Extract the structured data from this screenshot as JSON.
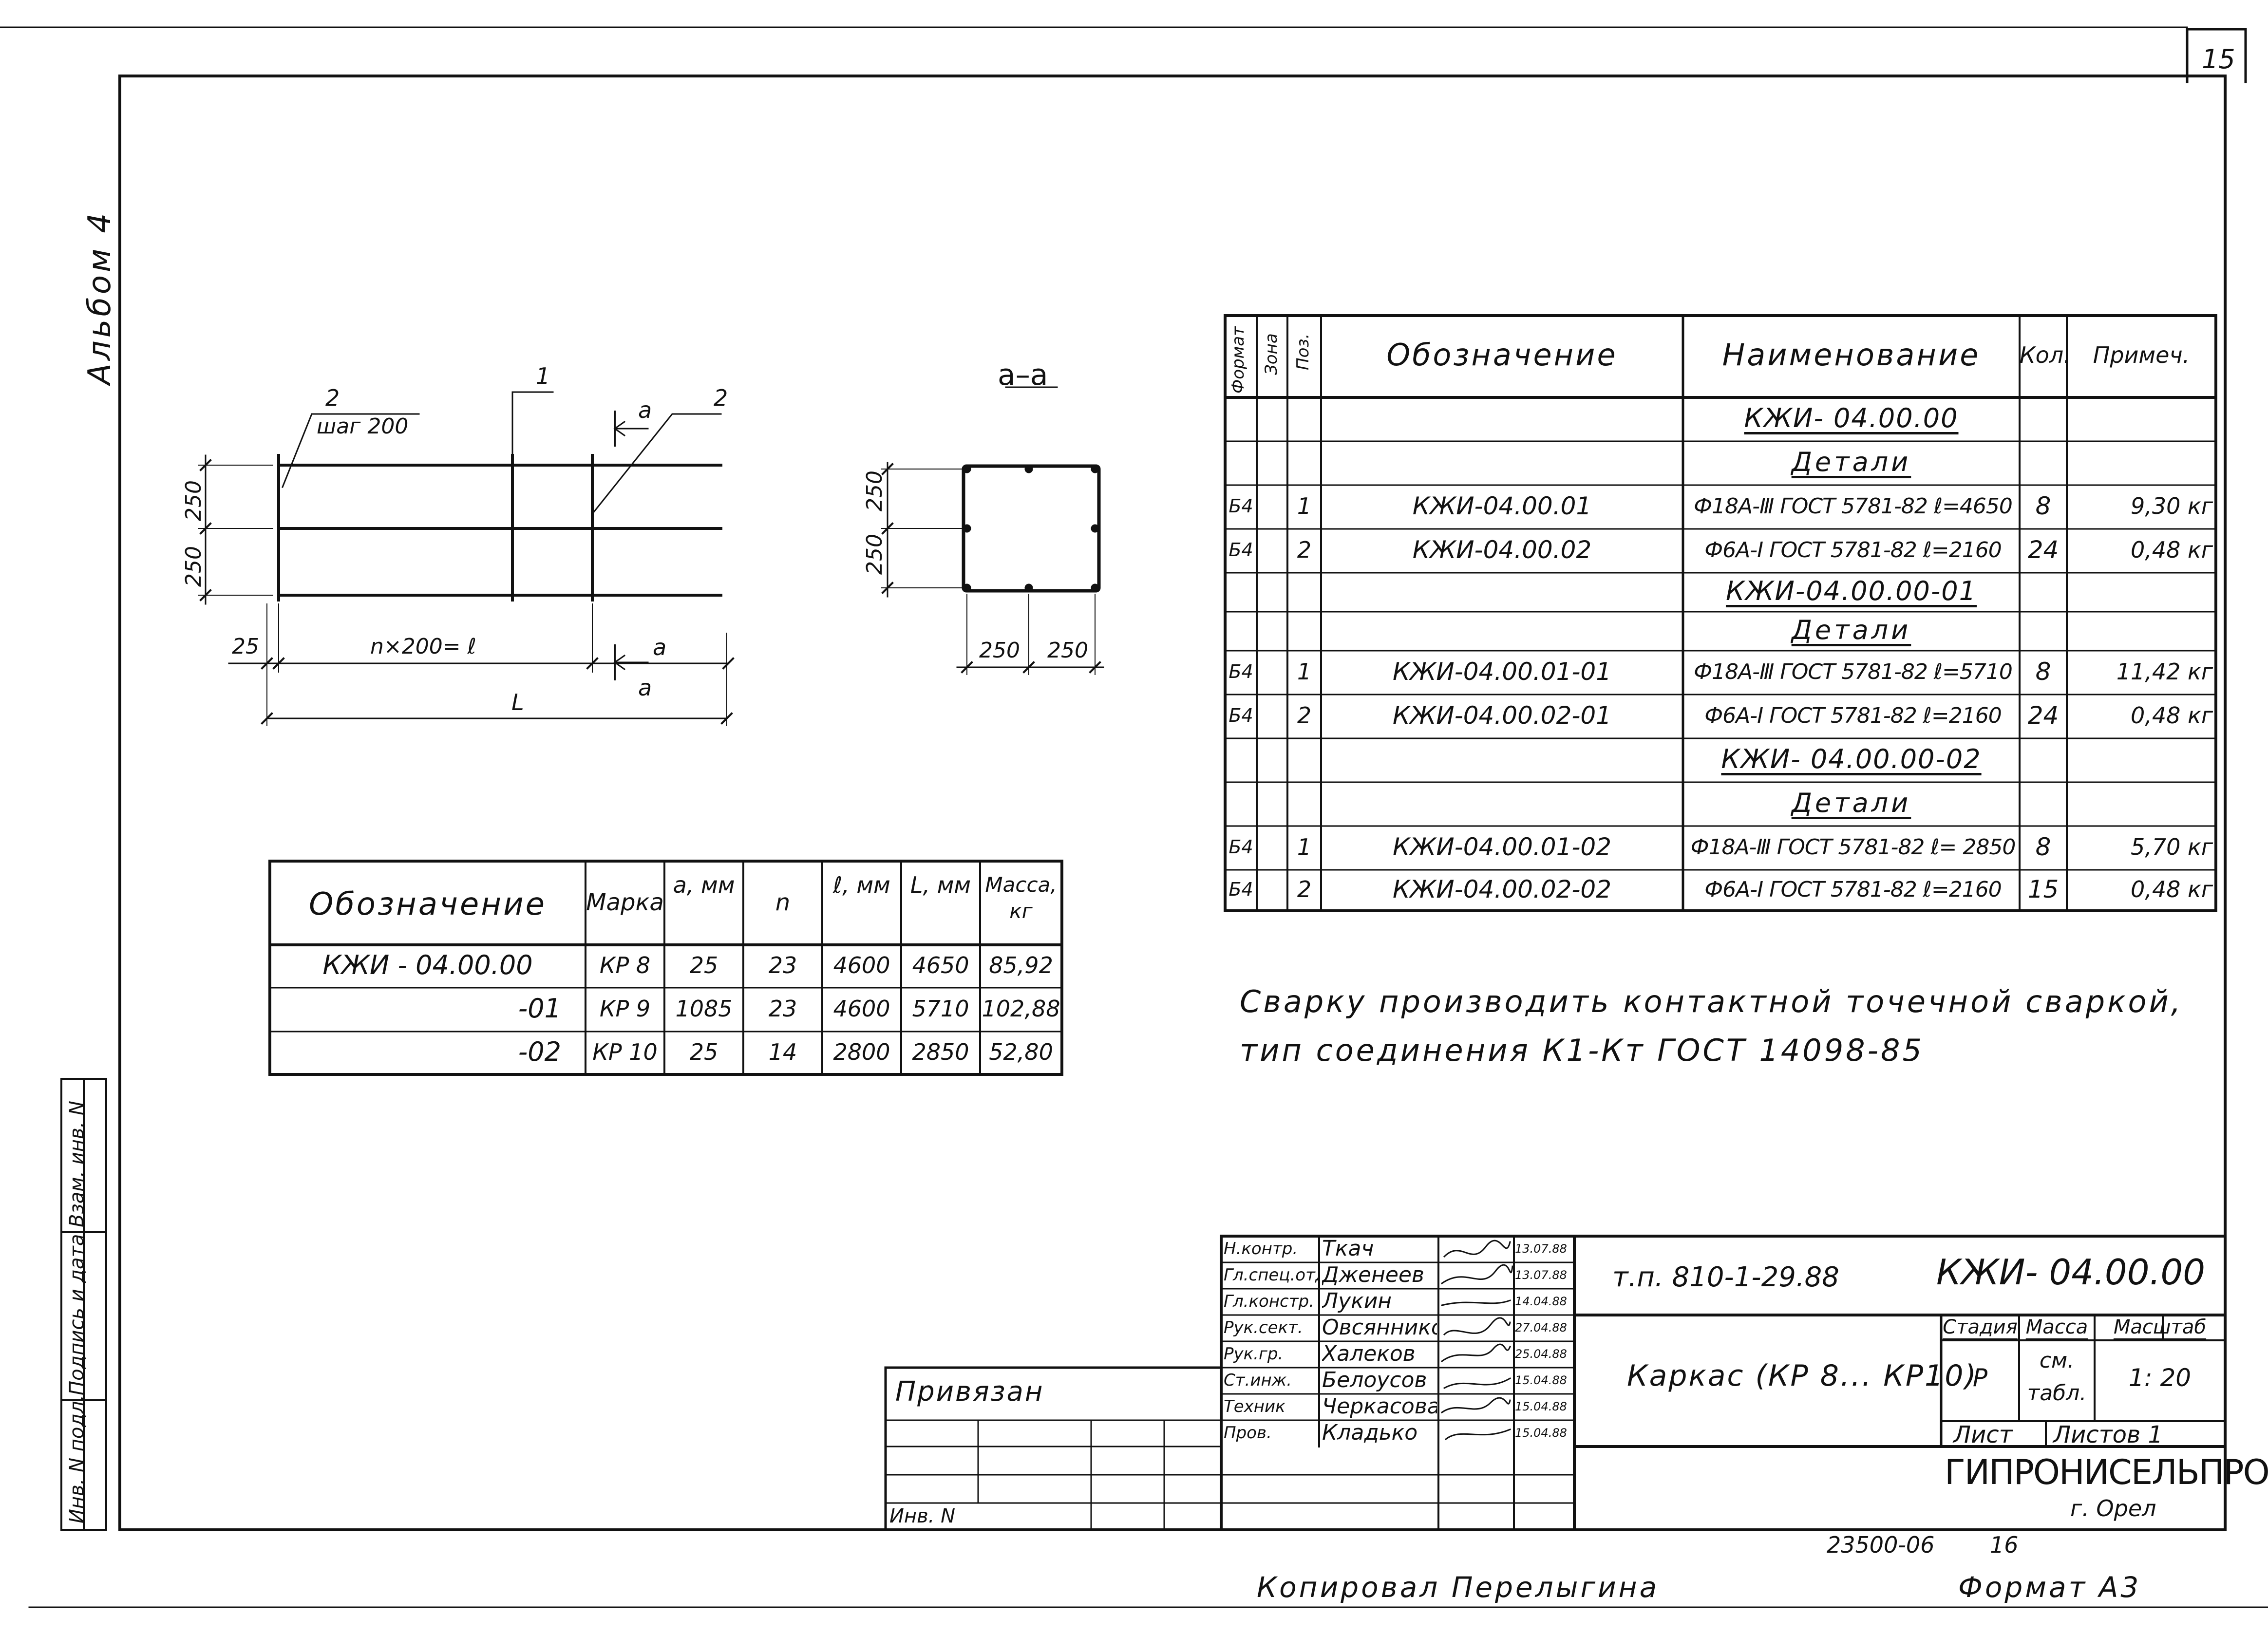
{
  "sheet": {
    "number": "15",
    "album": "Альбом 4",
    "copied_by": "Копировал Перелыгина",
    "format": "Формат А3",
    "archive_no": "23500-06",
    "archive_sheet": "16"
  },
  "side_stamp": {
    "inv_podl": "Инв. N подл.",
    "podpis_data": "Подпись и дата",
    "vzam_inv": "Взам. инв. N"
  },
  "plan": {
    "callout_2a": "2",
    "step": "шаг 200",
    "callout_1": "1",
    "callout_2b": "2",
    "sec_a_top": "а",
    "sec_a_bot_1": "а",
    "sec_a_bot_2": "а",
    "dim_250_top": "250",
    "dim_250_bot": "250",
    "dim_25": "25",
    "dim_nl": "n×200= ℓ",
    "dim_L": "L"
  },
  "section": {
    "title": "а–а",
    "dim_v1": "250",
    "dim_v2": "250",
    "dim_h1": "250",
    "dim_h2": "250"
  },
  "spec_table": {
    "headers": [
      "Формат",
      "Зона",
      "Поз.",
      "Обозначение",
      "Наименование",
      "Кол.",
      "Примеч."
    ],
    "rows": [
      {
        "kind": "title",
        "text": "КЖИ- 04.00.00"
      },
      {
        "kind": "title",
        "text": "Детали"
      },
      {
        "kind": "item",
        "format": "Б4",
        "pos": "1",
        "code": "КЖИ-04.00.01",
        "name": "Ф18А-Ⅲ ГОСТ 5781-82 ℓ=4650",
        "qty": "8",
        "note": "9,30 кг"
      },
      {
        "kind": "item",
        "format": "Б4",
        "pos": "2",
        "code": "КЖИ-04.00.02",
        "name": "Ф6А-I ГОСТ 5781-82 ℓ=2160",
        "qty": "24",
        "note": "0,48 кг"
      },
      {
        "kind": "title",
        "text": "КЖИ-04.00.00-01"
      },
      {
        "kind": "title",
        "text": "Детали"
      },
      {
        "kind": "item",
        "format": "Б4",
        "pos": "1",
        "code": "КЖИ-04.00.01-01",
        "name": "Ф18А-Ⅲ ГОСТ 5781-82 ℓ=5710",
        "qty": "8",
        "note": "11,42 кг"
      },
      {
        "kind": "item",
        "format": "Б4",
        "pos": "2",
        "code": "КЖИ-04.00.02-01",
        "name": "Ф6А-I ГОСТ 5781-82 ℓ=2160",
        "qty": "24",
        "note": "0,48 кг"
      },
      {
        "kind": "title",
        "text": "КЖИ- 04.00.00-02"
      },
      {
        "kind": "title",
        "text": "Детали"
      },
      {
        "kind": "item",
        "format": "Б4",
        "pos": "1",
        "code": "КЖИ-04.00.01-02",
        "name": "Ф18А-Ⅲ ГОСТ 5781-82 ℓ= 2850",
        "qty": "8",
        "note": "5,70 кг"
      },
      {
        "kind": "item",
        "format": "Б4",
        "pos": "2",
        "code": "КЖИ-04.00.02-02",
        "name": "Ф6А-I ГОСТ 5781-82 ℓ=2160",
        "qty": "15",
        "note": "0,48 кг"
      }
    ]
  },
  "mark_table": {
    "headers": [
      "Обозначение",
      "Марка",
      "а, мм",
      "n",
      "ℓ, мм",
      "L, мм",
      "Масса, кг"
    ],
    "rows": [
      [
        "КЖИ - 04.00.00",
        "КР 8",
        "25",
        "23",
        "4600",
        "4650",
        "85,92"
      ],
      [
        "-01",
        "КР 9",
        "1085",
        "23",
        "4600",
        "5710",
        "102,88"
      ],
      [
        "-02",
        "КР 10",
        "25",
        "14",
        "2800",
        "2850",
        "52,80"
      ]
    ]
  },
  "note": {
    "line1": "Сварку производить контактной точечной сваркой,",
    "line2": "тип соединения К1-Кт ГОСТ 14098-85"
  },
  "title_block": {
    "signers": [
      {
        "role": "Н.контр.",
        "name": "Ткач",
        "date": "13.07.88"
      },
      {
        "role": "Гл.спец.отд.",
        "name": "Дженеев",
        "date": "13.07.88"
      },
      {
        "role": "Гл.констр.",
        "name": "Лукин",
        "date": "14.04.88"
      },
      {
        "role": "Рук.сект.",
        "name": "Овсянников",
        "date": "27.04.88"
      },
      {
        "role": "Рук.гр.",
        "name": "Халеков",
        "date": "25.04.88"
      },
      {
        "role": "Ст.инж.",
        "name": "Белоусов",
        "date": "15.04.88"
      },
      {
        "role": "Техник",
        "name": "Черкасова",
        "date": "15.04.88"
      },
      {
        "role": "Пров.",
        "name": "Кладько",
        "date": "15.04.88"
      }
    ],
    "project": "т.п. 810-1-29.88",
    "designation": "КЖИ- 04.00.00",
    "product": "Каркас (КР 8... КР10)",
    "stage_label": "Стадия",
    "mass_label": "Масса",
    "scale_label": "Масштаб",
    "stage": "Р",
    "mass_1": "см.",
    "mass_2": "табл.",
    "scale": "1: 20",
    "sheet_label": "Лист",
    "sheets_label": "Листов 1",
    "org": "ГИПРОНИСЕЛЬПРОМ",
    "city": "г. Орел",
    "privyazan": "Привязан",
    "inv_no": "Инв. N"
  }
}
